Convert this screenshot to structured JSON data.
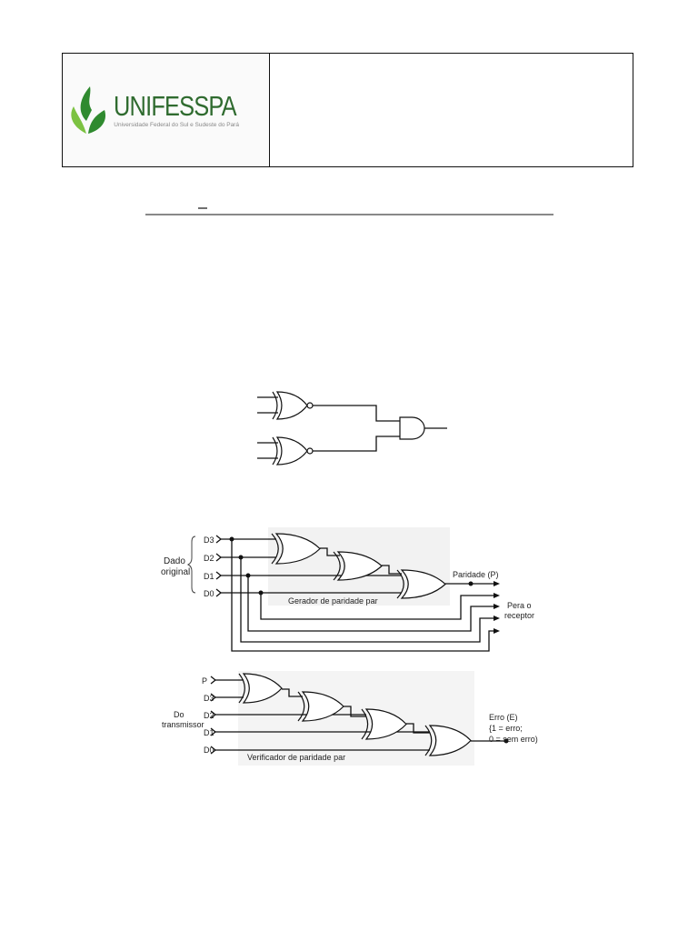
{
  "header": {
    "logo": {
      "name": "UNIFESSPA",
      "subtitle": "Universidade Federal do Sul e Sudeste do Pará",
      "colors": {
        "dark_green": "#2f8a2f",
        "light_green": "#7cc242"
      }
    }
  },
  "diagram_generator": {
    "group_label_1": "Dado",
    "group_label_2": "original",
    "inputs": [
      "D3",
      "D2",
      "D1",
      "D0"
    ],
    "output_label": "Paridade (P)",
    "receiver_label_1": "Pera o",
    "receiver_label_2": "receptor",
    "caption": "Gerador de paridade par"
  },
  "diagram_checker": {
    "group_label_1": "Do",
    "group_label_2": "transmissor",
    "inputs": [
      "P",
      "D3",
      "D2",
      "D1",
      "D0"
    ],
    "output_label_1": "Erro (E)",
    "output_label_2": "{1 = erro;",
    "output_label_3": "0 = sem erro)",
    "caption": "Verificador de paridade par"
  }
}
